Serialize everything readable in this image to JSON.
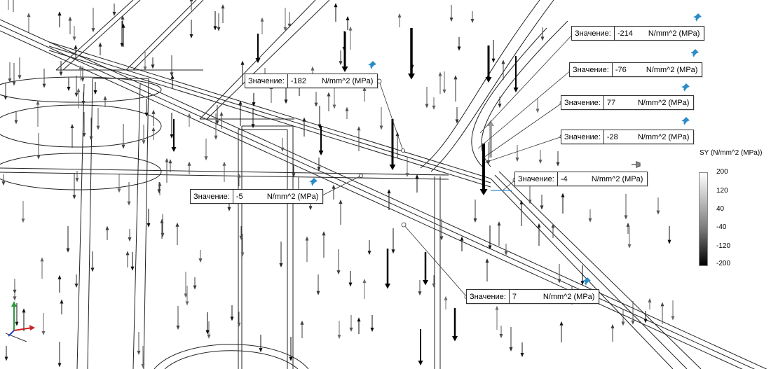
{
  "probes": [
    {
      "label": "Значение:",
      "value": "-214",
      "unit": "N/mm^2 (MPa)"
    },
    {
      "label": "Значение:",
      "value": "-76",
      "unit": "N/mm^2 (MPa)"
    },
    {
      "label": "Значение:",
      "value": "77",
      "unit": "N/mm^2 (MPa)"
    },
    {
      "label": "Значение:",
      "value": "-28",
      "unit": "N/mm^2 (MPa)"
    },
    {
      "label": "Значение:",
      "value": "-182",
      "unit": "N/mm^2 (MPa)"
    },
    {
      "label": "Значение:",
      "value": "-4",
      "unit": "N/mm^2 (MPa)"
    },
    {
      "label": "Значение:",
      "value": "-5",
      "unit": "N/mm^2 (MPa)"
    },
    {
      "label": "Значение:",
      "value": "7",
      "unit": "N/mm^2 (MPa)"
    }
  ],
  "legend": {
    "title": "SY (N/mm^2 (MPa))",
    "ticks": [
      "200",
      "120",
      "40",
      "-40",
      "-120",
      "-200"
    ]
  },
  "colors": {
    "pin": "#2a8cc8",
    "arrow": "#000000",
    "wire": "#333333"
  },
  "icons": {
    "pin": "pushpin-icon",
    "triad": "coordinate-triad-icon"
  }
}
